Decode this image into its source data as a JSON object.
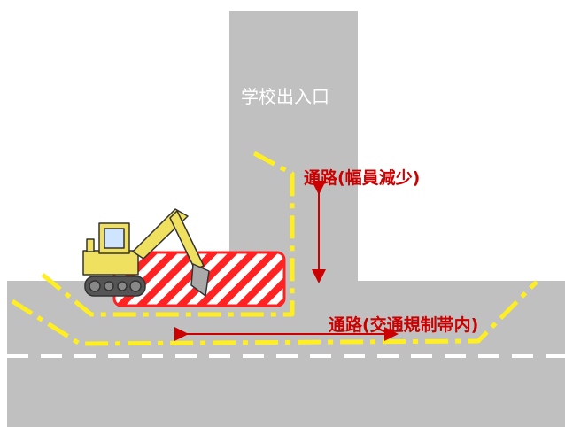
{
  "labels": {
    "school_entrance": "学校出入口",
    "path_narrowed": "通路(幅員減少)",
    "path_restricted": "通路(交通規制帯内)"
  },
  "colors": {
    "road": "#c0c0c0",
    "lane_marking": "#ffffff",
    "barrier_line": "#ffee22",
    "work_zone": "#ff2222",
    "arrow": "#cc0000",
    "excavator": "#f0e060"
  },
  "icons": {
    "machine": "excavator-icon",
    "work_area": "hatched-work-zone"
  }
}
